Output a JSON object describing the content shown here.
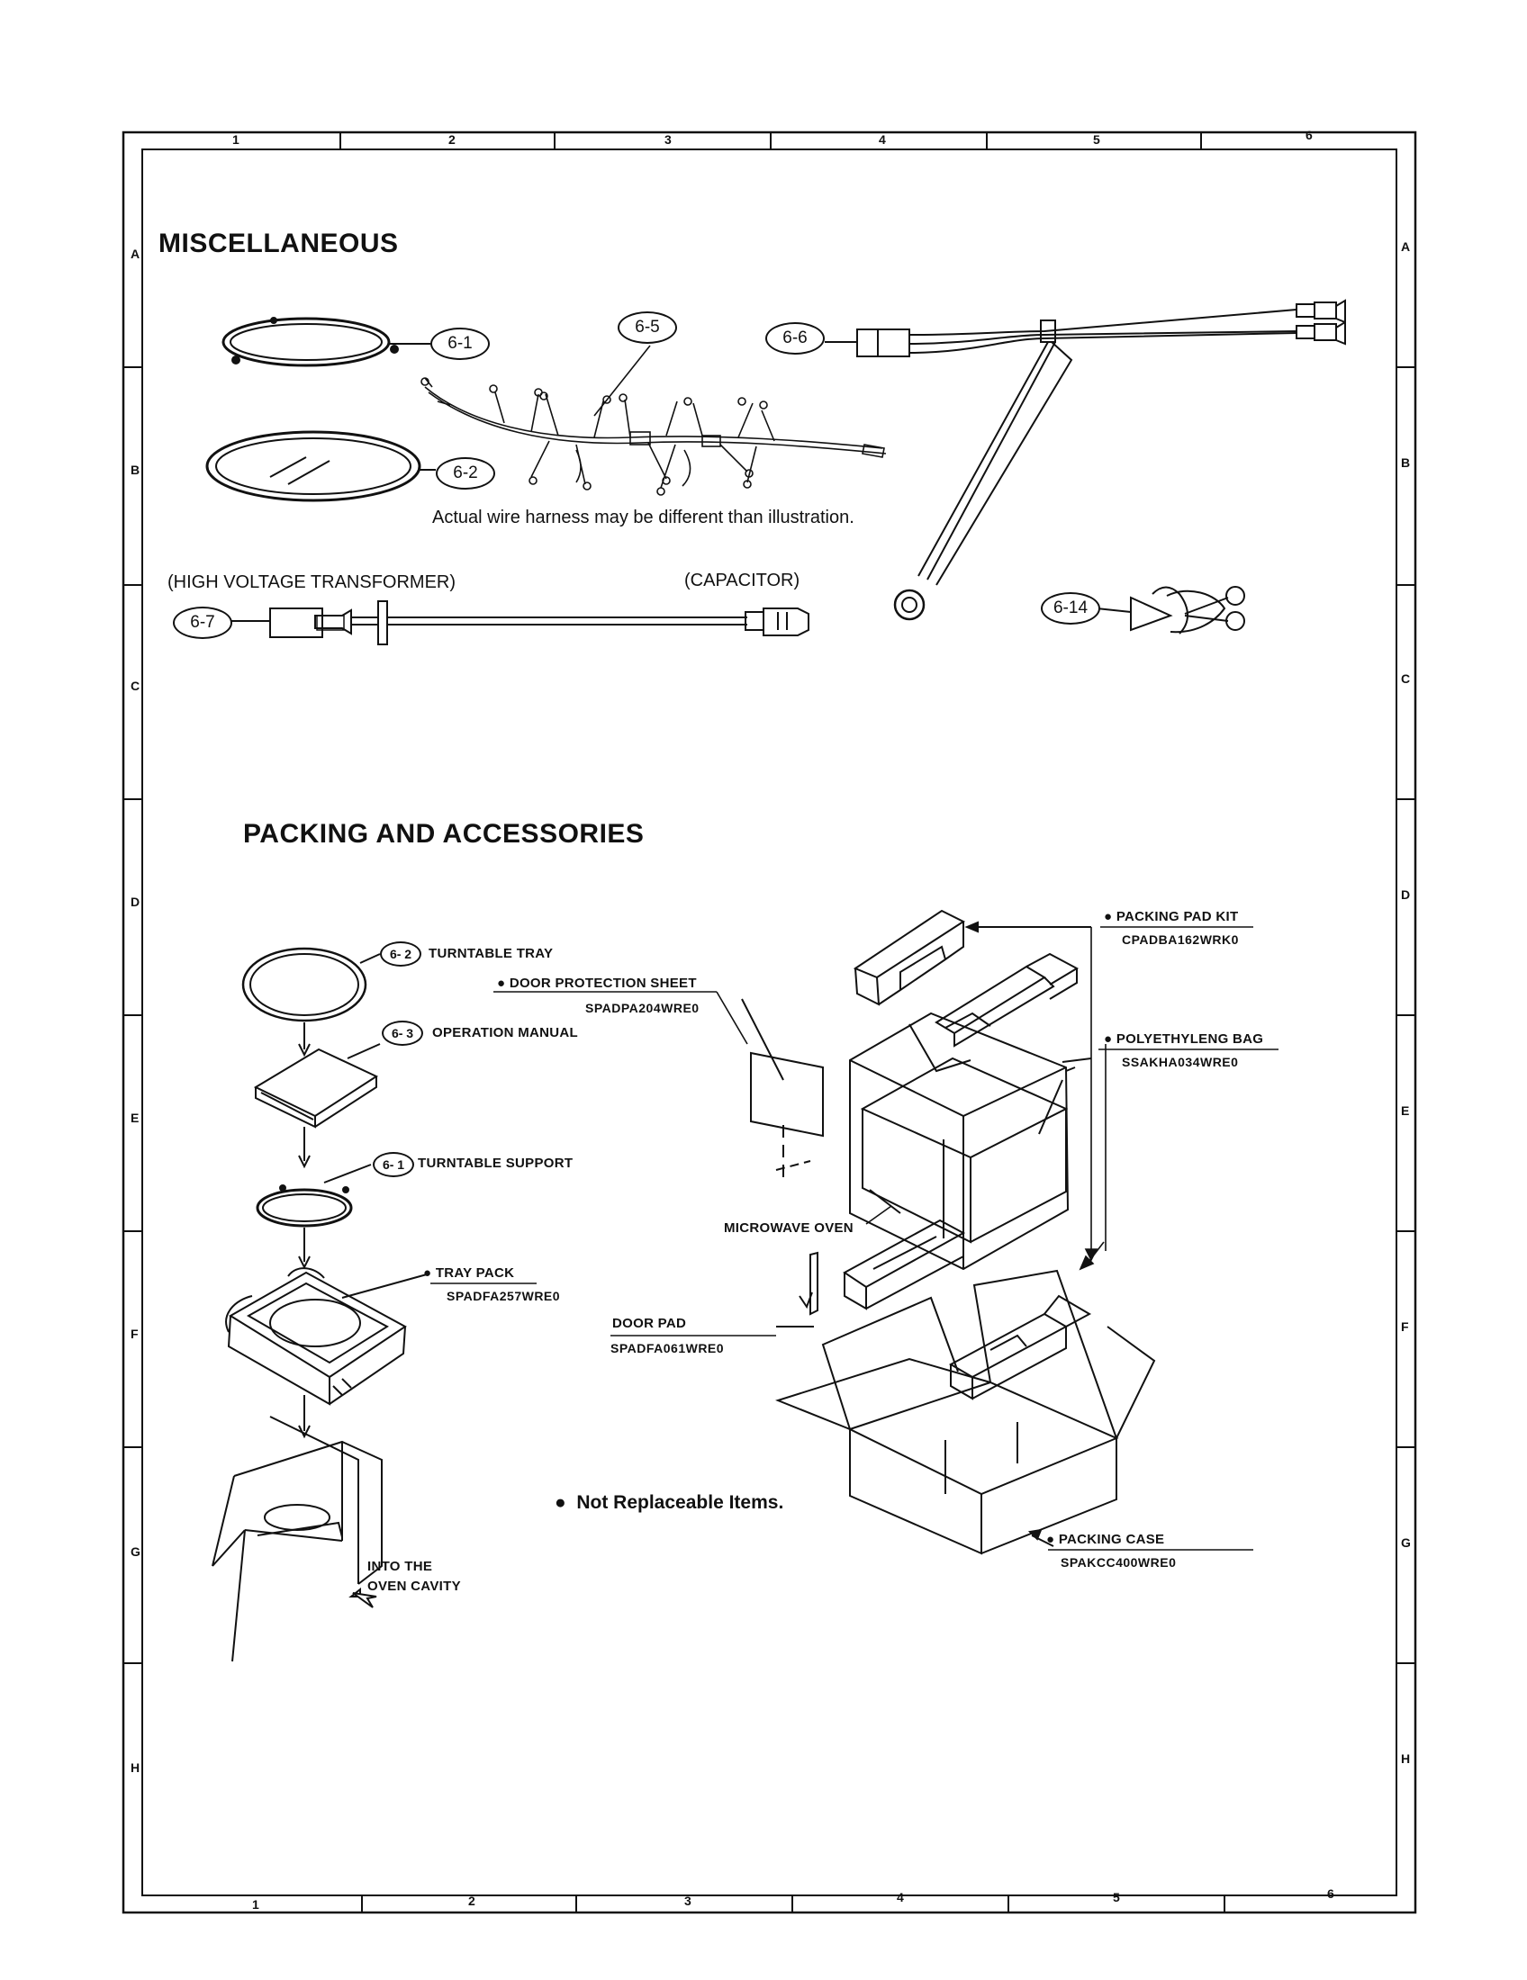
{
  "sections": {
    "misc_title": "MISCELLANEOUS",
    "packing_title": "PACKING AND ACCESSORIES"
  },
  "frame": {
    "top_cols": [
      "1",
      "2",
      "3",
      "4",
      "5",
      "6"
    ],
    "bottom_cols": [
      "1",
      "2",
      "3",
      "4",
      "5",
      "6"
    ],
    "rows": [
      "A",
      "B",
      "C",
      "D",
      "E",
      "F",
      "G",
      "H"
    ]
  },
  "misc": {
    "ref_6_1": "6-1",
    "ref_6_2": "6-2",
    "ref_6_5": "6-5",
    "ref_6_6": "6-6",
    "ref_6_7": "6-7",
    "ref_6_14": "6-14",
    "harness_note": "Actual wire harness may be different than illustration.",
    "hv_transformer": "(HIGH VOLTAGE TRANSFORMER)",
    "capacitor": "(CAPACITOR)"
  },
  "packing": {
    "turntable_tray_ref": "6- 2",
    "turntable_tray": "TURNTABLE TRAY",
    "operation_manual_ref": "6- 3",
    "operation_manual": "OPERATION MANUAL",
    "turntable_support_ref": "6- 1",
    "turntable_support": "TURNTABLE SUPPORT",
    "tray_pack": "TRAY PACK",
    "tray_pack_pn": "SPADFA257WRE0",
    "into_oven_1": "INTO THE",
    "into_oven_2": "OVEN CAVITY",
    "door_protection_sheet": "DOOR PROTECTION SHEET",
    "door_protection_sheet_pn": "SPADPA204WRE0",
    "packing_pad_kit": "PACKING PAD KIT",
    "packing_pad_kit_pn": "CPADBA162WRK0",
    "polyethyleng_bag": "POLYETHYLENG BAG",
    "polyethyleng_bag_pn": "SSAKHA034WRE0",
    "microwave_oven": "MICROWAVE OVEN",
    "door_pad": "DOOR PAD",
    "door_pad_pn": "SPADFA061WRE0",
    "packing_case": "PACKING CASE",
    "packing_case_pn": "SPAKCC400WRE0",
    "not_replaceable": "Not Replaceable Items."
  }
}
